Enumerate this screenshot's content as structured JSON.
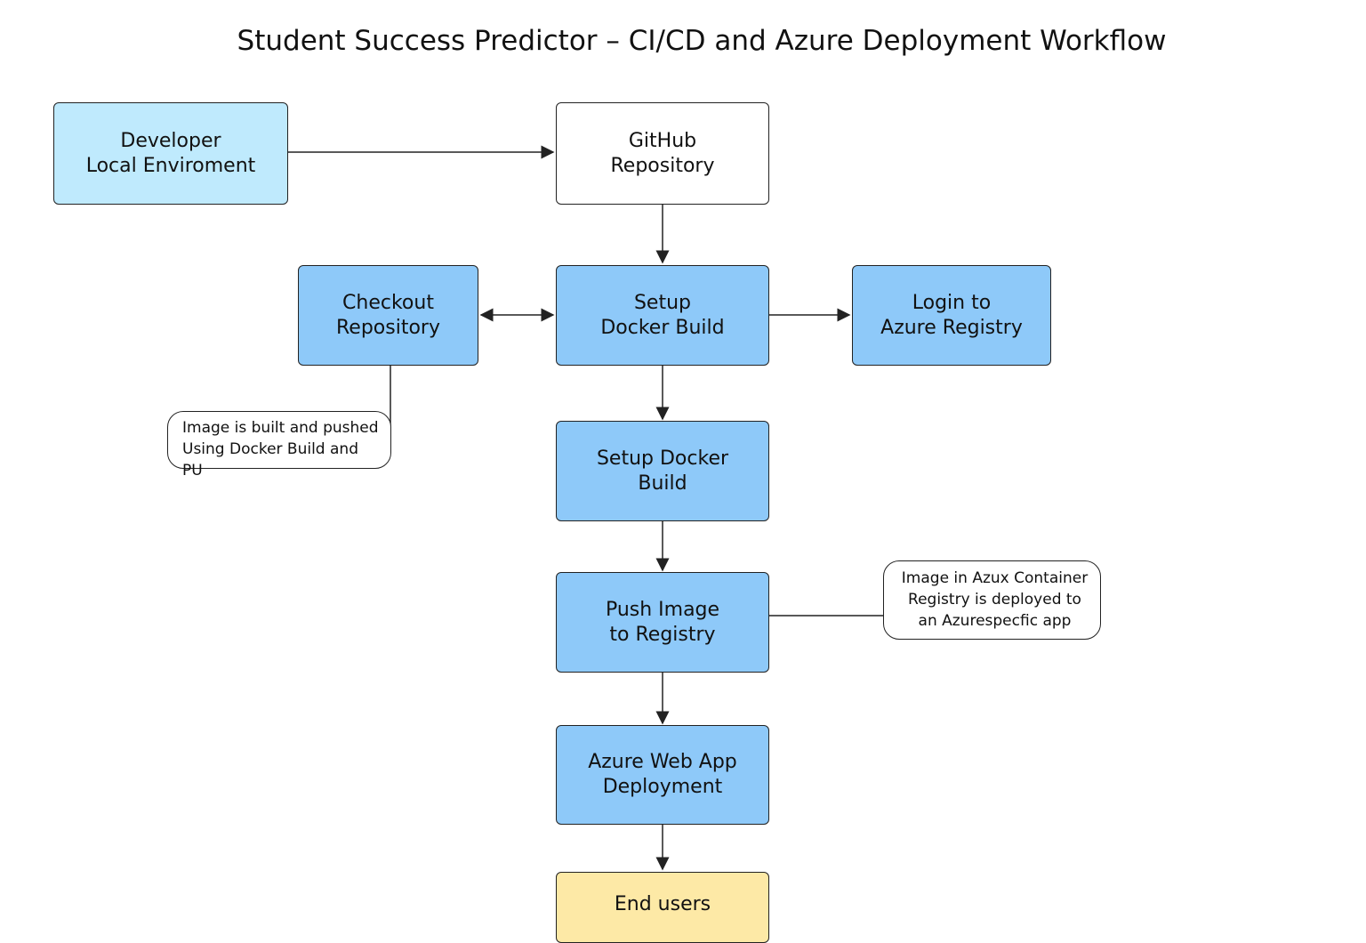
{
  "title": "Student Success Predictor – CI/CD and Azure Deployment Workflow",
  "colors": {
    "local": "#bfeafd",
    "step": "#8ec9f9",
    "end": "#fde9a6",
    "repo": "#ffffff"
  },
  "nodes": {
    "developer": "Developer\nLocal Enviroment",
    "github": "GitHub\nRepository",
    "checkout": "Checkout\nRepository",
    "setup_docker": "Setup\nDocker Build",
    "login_azure": "Login to\nAzure Registry",
    "setup_docker_build": "Setup Docker\nBuild",
    "push_image": "Push Image\nto Registry",
    "azure_webapp": "Azure Web App\nDeployment",
    "end_users": "End users"
  },
  "notes": {
    "built_pushed": "Image is built and pushed\nUsing Docker Build and PU",
    "registry_deployed": "Image in Azux Container\nRegistry is deployed to\n  an Azurespecfic app"
  }
}
